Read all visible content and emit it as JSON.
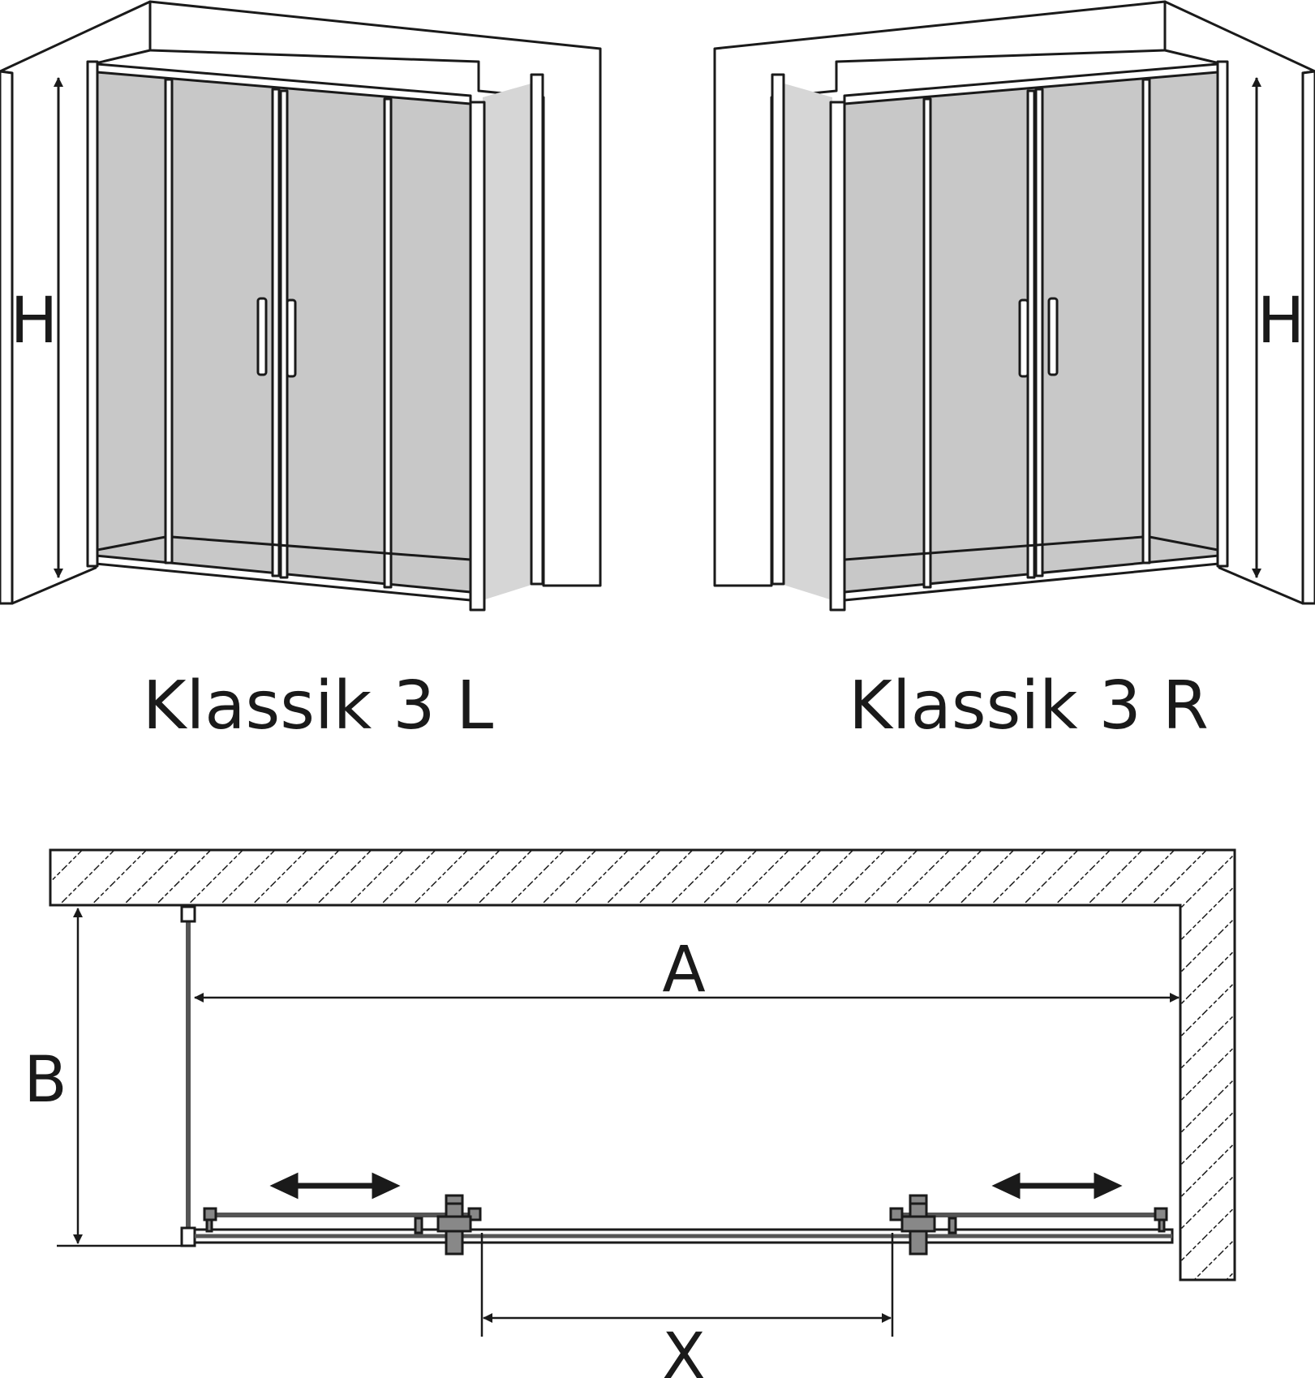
{
  "views": [
    {
      "caption": "Klassik 3 L",
      "height_label": "H"
    },
    {
      "caption": "Klassik 3 R",
      "height_label": "H"
    }
  ],
  "plan": {
    "width_label": "A",
    "depth_label": "B",
    "opening_label": "X"
  },
  "colors": {
    "line": "#1a1a1a",
    "glass": "#c8c8c8",
    "side_glass": "#d6d6d6",
    "frame_fill": "#ffffff"
  }
}
